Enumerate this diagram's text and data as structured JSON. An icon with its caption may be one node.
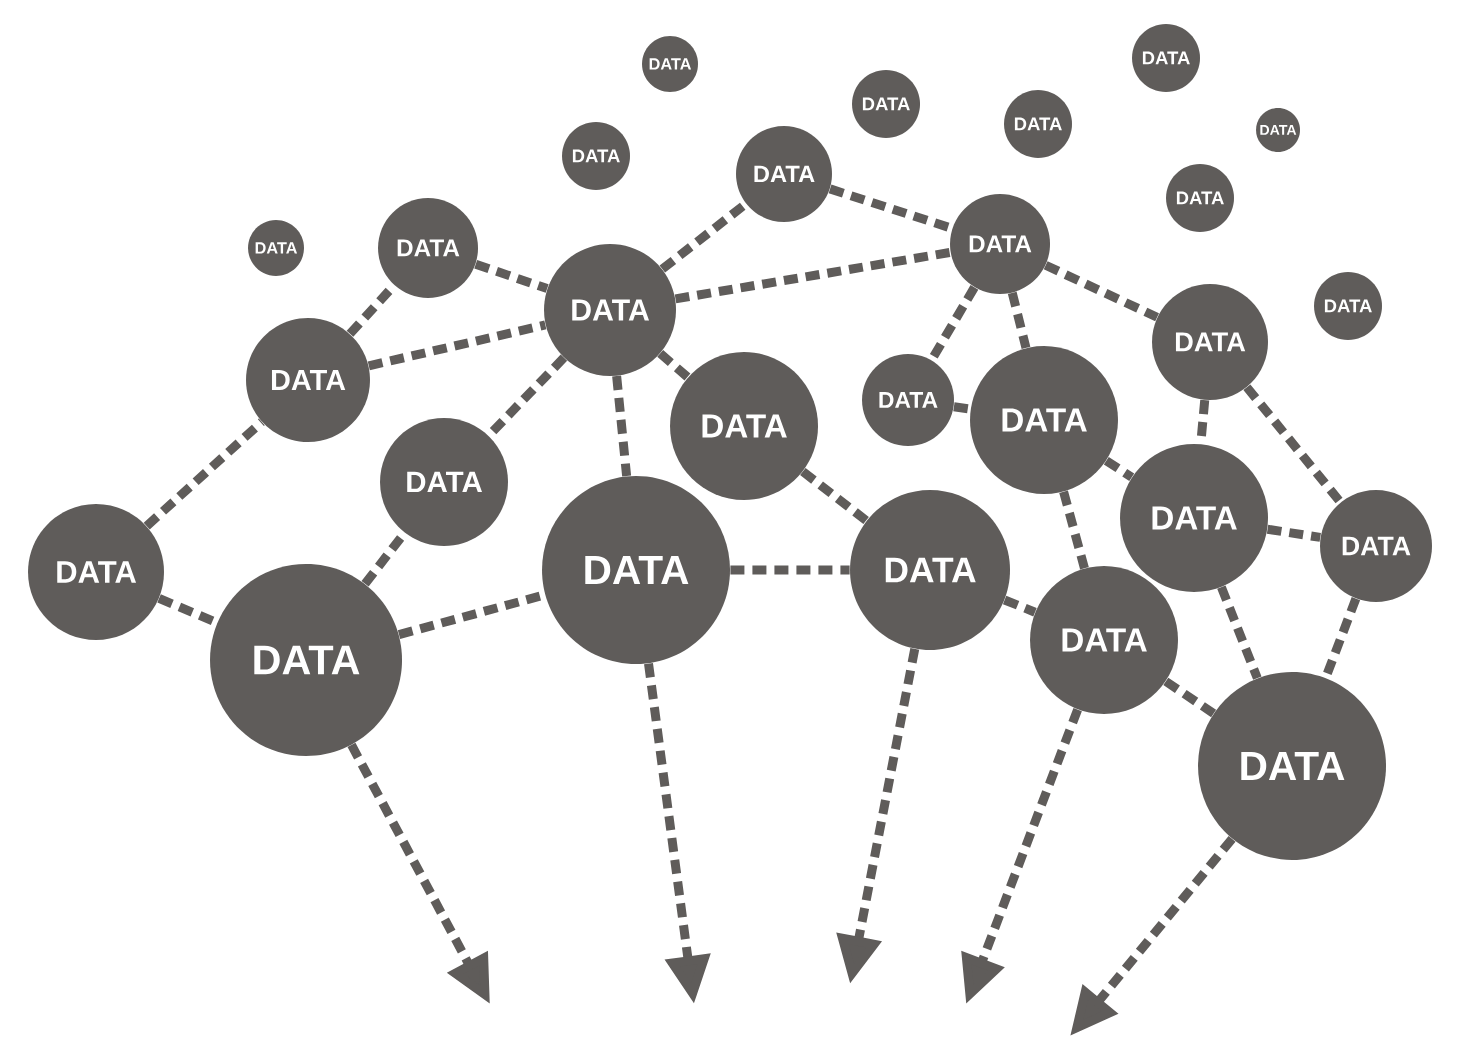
{
  "diagram": {
    "nodes": [
      {
        "text": [
          "DATA"
        ]
      },
      {
        "text": [
          "DATA"
        ]
      },
      {
        "text": [
          "DATA"
        ]
      },
      {
        "text": [
          "DATA"
        ]
      },
      {
        "text": [
          "DATA"
        ]
      },
      {
        "text": [
          "DATA"
        ]
      },
      {
        "text": [
          "DATA"
        ]
      },
      {
        "text": [
          "DATA"
        ]
      },
      {
        "text": [
          "DATA"
        ]
      },
      {
        "text": [
          "DATA"
        ]
      },
      {
        "text": [
          "DATA"
        ]
      },
      {
        "text": [
          "DATA"
        ]
      },
      {
        "text": [
          "DATA"
        ]
      },
      {
        "text": [
          "DATA"
        ]
      },
      {
        "text": [
          "DATA"
        ]
      },
      {
        "text": [
          "DATA"
        ]
      },
      {
        "text": [
          "DATA"
        ]
      },
      {
        "text": [
          "DATA"
        ]
      },
      {
        "text": [
          "DATA"
        ]
      },
      {
        "text": [
          "DATA"
        ]
      },
      {
        "text": [
          "DATA"
        ]
      },
      {
        "text": [
          "DATA"
        ]
      },
      {
        "text": [
          "DATA"
        ]
      },
      {
        "text": [
          "DATA"
        ]
      },
      {
        "text": [
          "DATA"
        ]
      },
      {
        "text": [
          "DATA"
        ]
      },
      {
        "text": [
          "DATA"
        ]
      }
    ],
    "edges": [
      {
        "from": 9,
        "to": 11,
        "arrow": "none"
      },
      {
        "from": 14,
        "to": 9,
        "arrow": "none"
      },
      {
        "from": 14,
        "to": 11,
        "arrow": "none"
      },
      {
        "from": 11,
        "to": 6,
        "arrow": "none"
      },
      {
        "from": 11,
        "to": 10,
        "arrow": "none"
      },
      {
        "from": 6,
        "to": 10,
        "arrow": "none"
      },
      {
        "from": 11,
        "to": 18,
        "arrow": "none"
      },
      {
        "from": 11,
        "to": 22,
        "arrow": "none"
      },
      {
        "from": 11,
        "to": 17,
        "arrow": "none"
      },
      {
        "from": 10,
        "to": 15,
        "arrow": "none"
      },
      {
        "from": 10,
        "to": 16,
        "arrow": "none"
      },
      {
        "from": 10,
        "to": 13,
        "arrow": "none"
      },
      {
        "from": 15,
        "to": 16,
        "arrow": "none"
      },
      {
        "from": 16,
        "to": 19,
        "arrow": "none"
      },
      {
        "from": 16,
        "to": 24,
        "arrow": "none"
      },
      {
        "from": 13,
        "to": 19,
        "arrow": "none"
      },
      {
        "from": 13,
        "to": 21,
        "arrow": "none"
      },
      {
        "from": 19,
        "to": 21,
        "arrow": "none"
      },
      {
        "from": 19,
        "to": 26,
        "arrow": "none"
      },
      {
        "from": 21,
        "to": 26,
        "arrow": "none"
      },
      {
        "from": 24,
        "to": 26,
        "arrow": "none"
      },
      {
        "from": 17,
        "to": 23,
        "arrow": "none"
      },
      {
        "from": 22,
        "to": 23,
        "arrow": "none"
      },
      {
        "from": 23,
        "to": 24,
        "arrow": "none"
      },
      {
        "from": 20,
        "to": 14,
        "arrow": "none"
      },
      {
        "from": 20,
        "to": 25,
        "arrow": "none"
      },
      {
        "from": 25,
        "to": 18,
        "arrow": "none"
      },
      {
        "from": 25,
        "to": 22,
        "arrow": "none"
      },
      {
        "from": 25,
        "to": null,
        "arrow": "to"
      },
      {
        "from": 22,
        "to": null,
        "arrow": "to"
      },
      {
        "from": 23,
        "to": null,
        "arrow": "to"
      },
      {
        "from": 24,
        "to": null,
        "arrow": "to"
      },
      {
        "from": 26,
        "to": null,
        "arrow": "to"
      }
    ]
  }
}
